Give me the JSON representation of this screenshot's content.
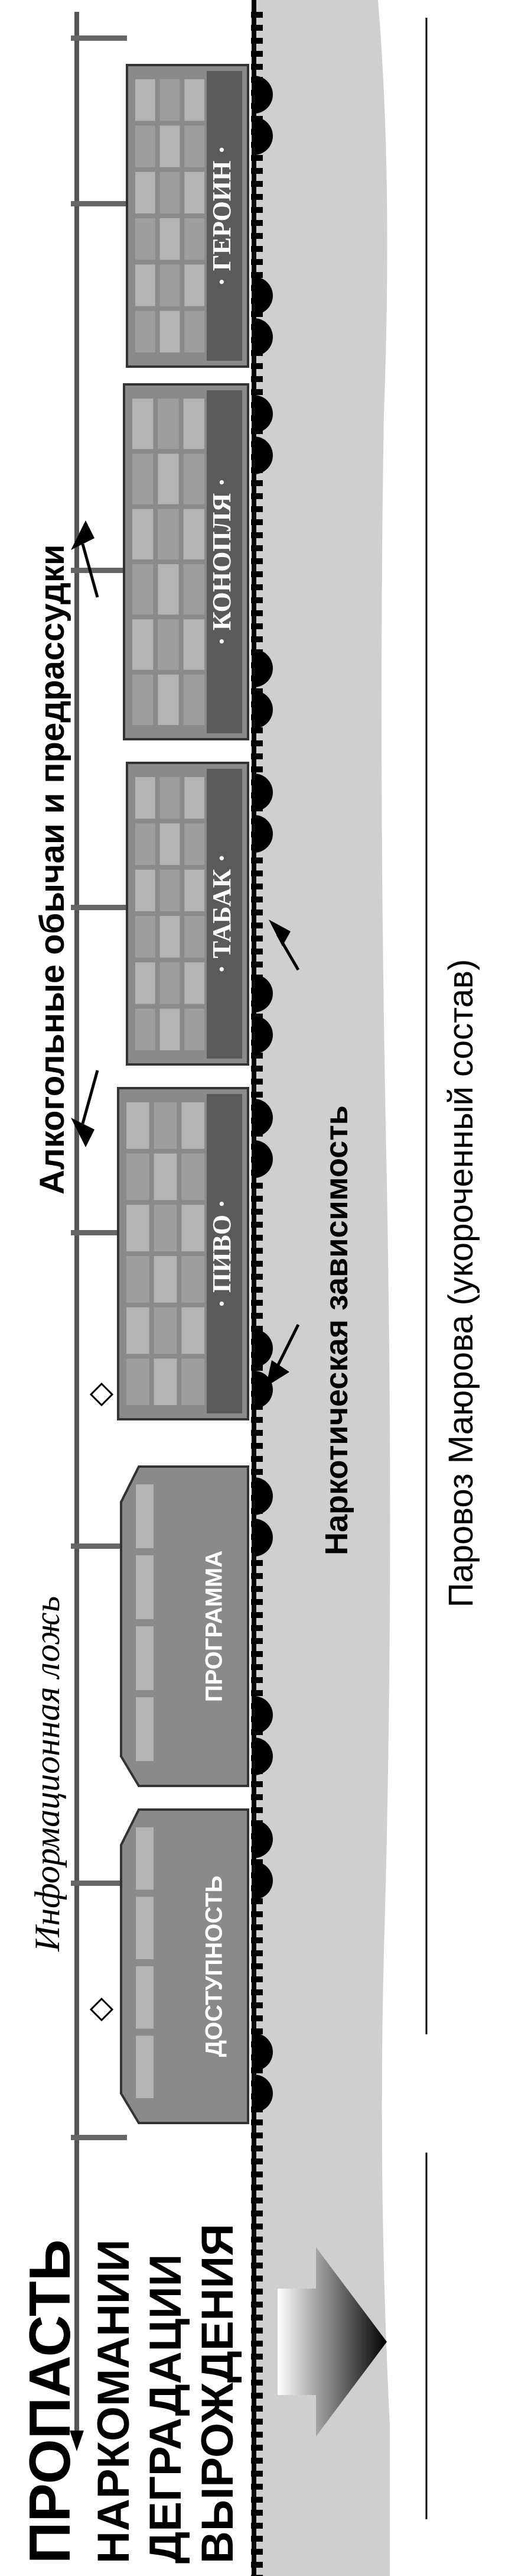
{
  "caption": "Паровоз Маюрова (укороченный состав)",
  "top_labels": {
    "abyss": "ПРОПАСТЬ",
    "line1": "НАРКОМАНИИ",
    "line2": "ДЕГРАДАЦИИ",
    "line3": "ВЫРОЖДЕНИЯ"
  },
  "annotations": {
    "info_lie": "Информационная ложь",
    "alcohol_customs": "Алкогольные обычаи и предрассудки",
    "drug_dependence": "Наркотическая зависимость"
  },
  "cars": [
    {
      "label": "ДОСТУПНОСТЬ"
    },
    {
      "label": "ПРОГРАММА"
    },
    {
      "label": "· ПИВО ·"
    },
    {
      "label": "· ТАБАК ·"
    },
    {
      "label": "· КОНОПЛЯ ·"
    },
    {
      "label": "· ГЕРОИН ·"
    }
  ],
  "colors": {
    "ground": "#cfcfcf",
    "car_body": "#8a8a8a",
    "car_light": "#b4b4b4",
    "car_dark": "#5a5a5a",
    "rail": "#000000"
  }
}
